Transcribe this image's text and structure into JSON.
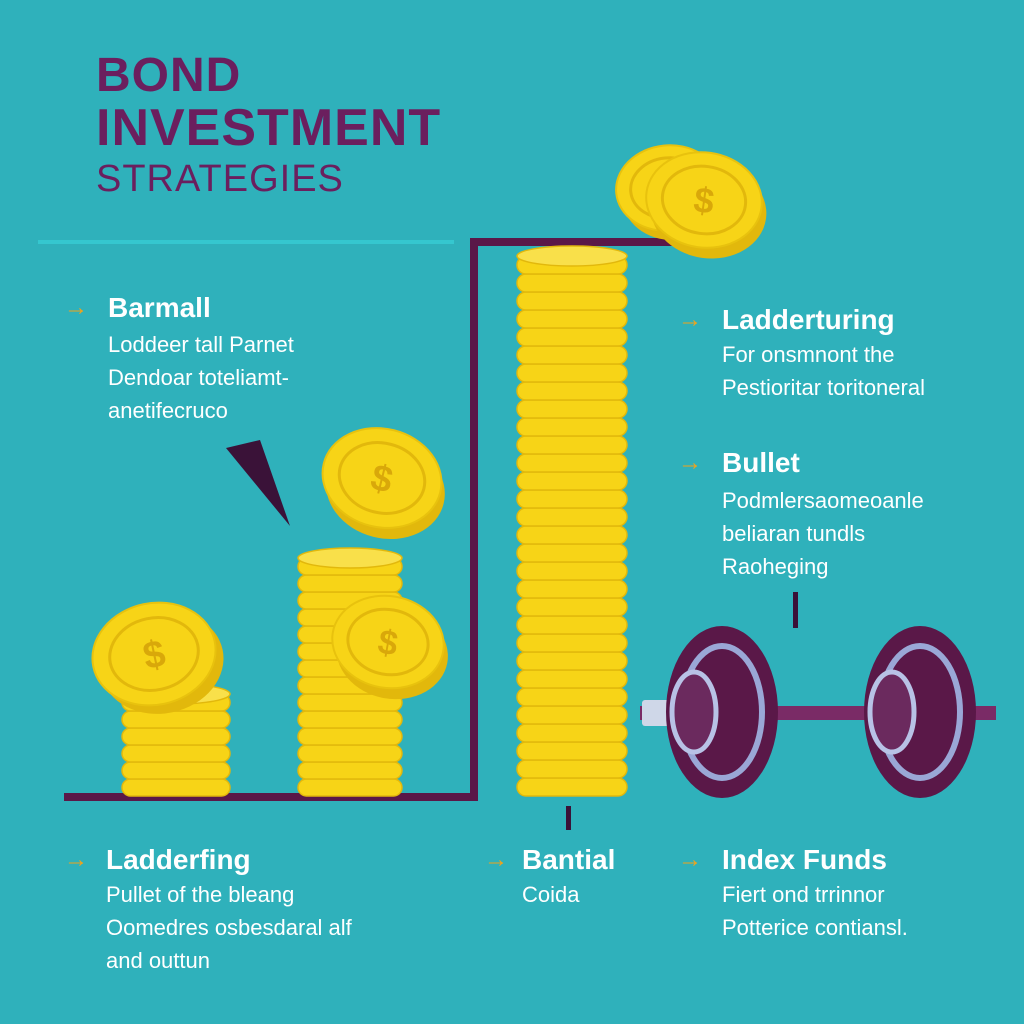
{
  "title": {
    "line1": "BOND",
    "line2": "INVESTMENT",
    "line3": "STRATEGIES"
  },
  "sections": [
    {
      "heading": "Barmall",
      "lines": [
        "Loddeer tall Parnet",
        "Dendoar toteliamt-",
        "anetifecruco"
      ]
    },
    {
      "heading": "Ladderturing",
      "lines": [
        "For onsmnont the",
        "Pestioritar toritoneral"
      ]
    },
    {
      "heading": "Bullet",
      "lines": [
        "Podmlersaomeoanle",
        "beliaran tundls",
        "Raoheging"
      ]
    },
    {
      "heading": "Ladderfing",
      "lines": [
        "Pullet of the bleang",
        "Oomedres osbesdaral alf",
        "and outtun"
      ]
    },
    {
      "heading": "Bantial",
      "lines": [
        "Coida"
      ]
    },
    {
      "heading": "Index Funds",
      "lines": [
        "Fiert ond trrinnor",
        "Potterice contiansl."
      ]
    }
  ],
  "colors": {
    "background": "#2fb1bb",
    "title": "#6b1f5e",
    "accent_arrow": "#f2a31a",
    "coin": "#f7d417",
    "dark_line": "#5a1848"
  },
  "icons": {
    "arrow": "→",
    "coin_symbol": "$"
  }
}
